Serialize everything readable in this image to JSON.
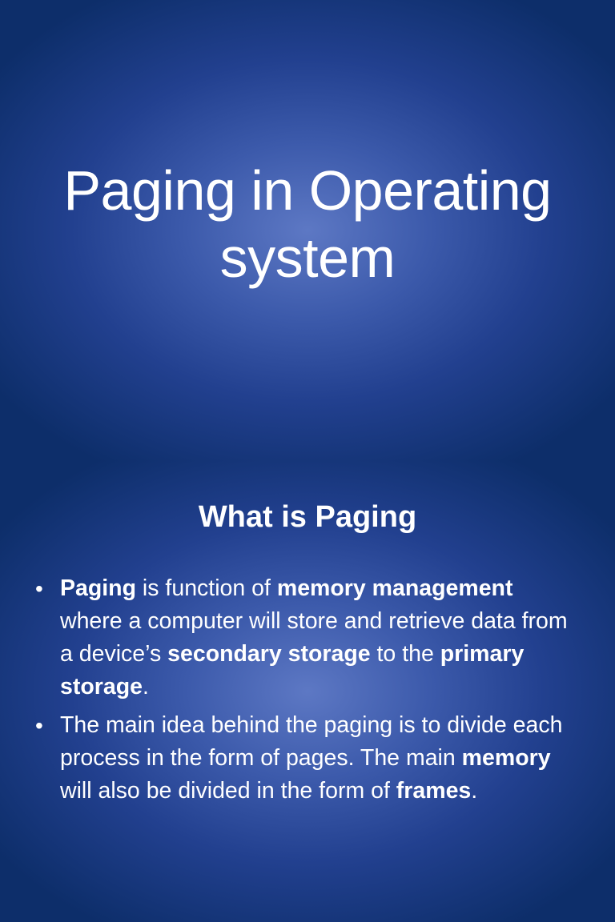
{
  "slide1": {
    "title_lines": [
      "Paging in Operating",
      "system"
    ]
  },
  "slide2": {
    "heading": "What is Paging",
    "bullets": [
      {
        "segments": [
          {
            "text": "Paging",
            "bold": true
          },
          {
            "text": " is function of ",
            "bold": false
          },
          {
            "text": "memory management",
            "bold": true
          },
          {
            "text": " where a computer will store and retrieve data from a device’s ",
            "bold": false
          },
          {
            "text": "secondary storage",
            "bold": true
          },
          {
            "text": " to the ",
            "bold": false
          },
          {
            "text": "primary storage",
            "bold": true
          },
          {
            "text": ".",
            "bold": false
          }
        ]
      },
      {
        "segments": [
          {
            "text": "The main idea behind the paging is to divide each process in the form of pages. The main ",
            "bold": false
          },
          {
            "text": "memory",
            "bold": true
          },
          {
            "text": " will also be divided in the form of ",
            "bold": false
          },
          {
            "text": "frames",
            "bold": true
          },
          {
            "text": ".",
            "bold": false
          }
        ]
      }
    ],
    "bullet_glyph": "•"
  }
}
